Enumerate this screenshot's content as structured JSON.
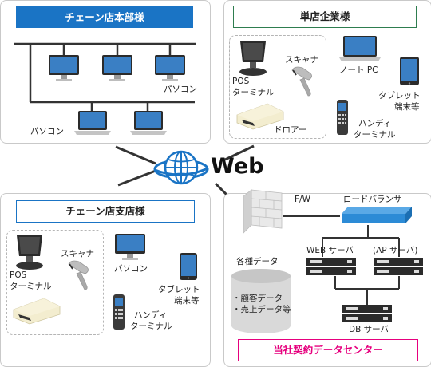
{
  "hq": {
    "title": "チェーン店本部様",
    "pc_label_right": "パソコン",
    "pc_label_left": "パソコン"
  },
  "single": {
    "title": "単店企業様",
    "pos_line1": "POS",
    "pos_line2": "ターミナル",
    "scanner": "スキャナ",
    "drawer": "ドロアー",
    "notepc": "ノート PC",
    "tablet_line1": "タブレット",
    "tablet_line2": "端末等",
    "handy_line1": "ハンディ",
    "handy_line2": "ターミナル"
  },
  "center": {
    "web": "Web"
  },
  "branch": {
    "title": "チェーン店支店様",
    "scanner": "スキャナ",
    "pos_line1": "POS",
    "pos_line2": "ターミナル",
    "pc": "パソコン",
    "tablet_line1": "タブレット",
    "tablet_line2": "端末等",
    "handy_line1": "ハンディ",
    "handy_line2": "ターミナル"
  },
  "dc": {
    "firewall": "F/W",
    "lb": "ロードバランサ",
    "web_server": "WEB サーバ",
    "ap_server": "(AP サーバ)",
    "data_heading": "各種データ",
    "data_line1": "・顧客データ",
    "data_line2": "・売上データ等",
    "db_server": "DB サーバ",
    "title": "当社契約データセンター"
  },
  "colors": {
    "accent_blue": "#1a74c5",
    "title_green": "#2e7d4f",
    "title_magenta": "#e6007e",
    "lb_blue": "#2c8bd6"
  }
}
